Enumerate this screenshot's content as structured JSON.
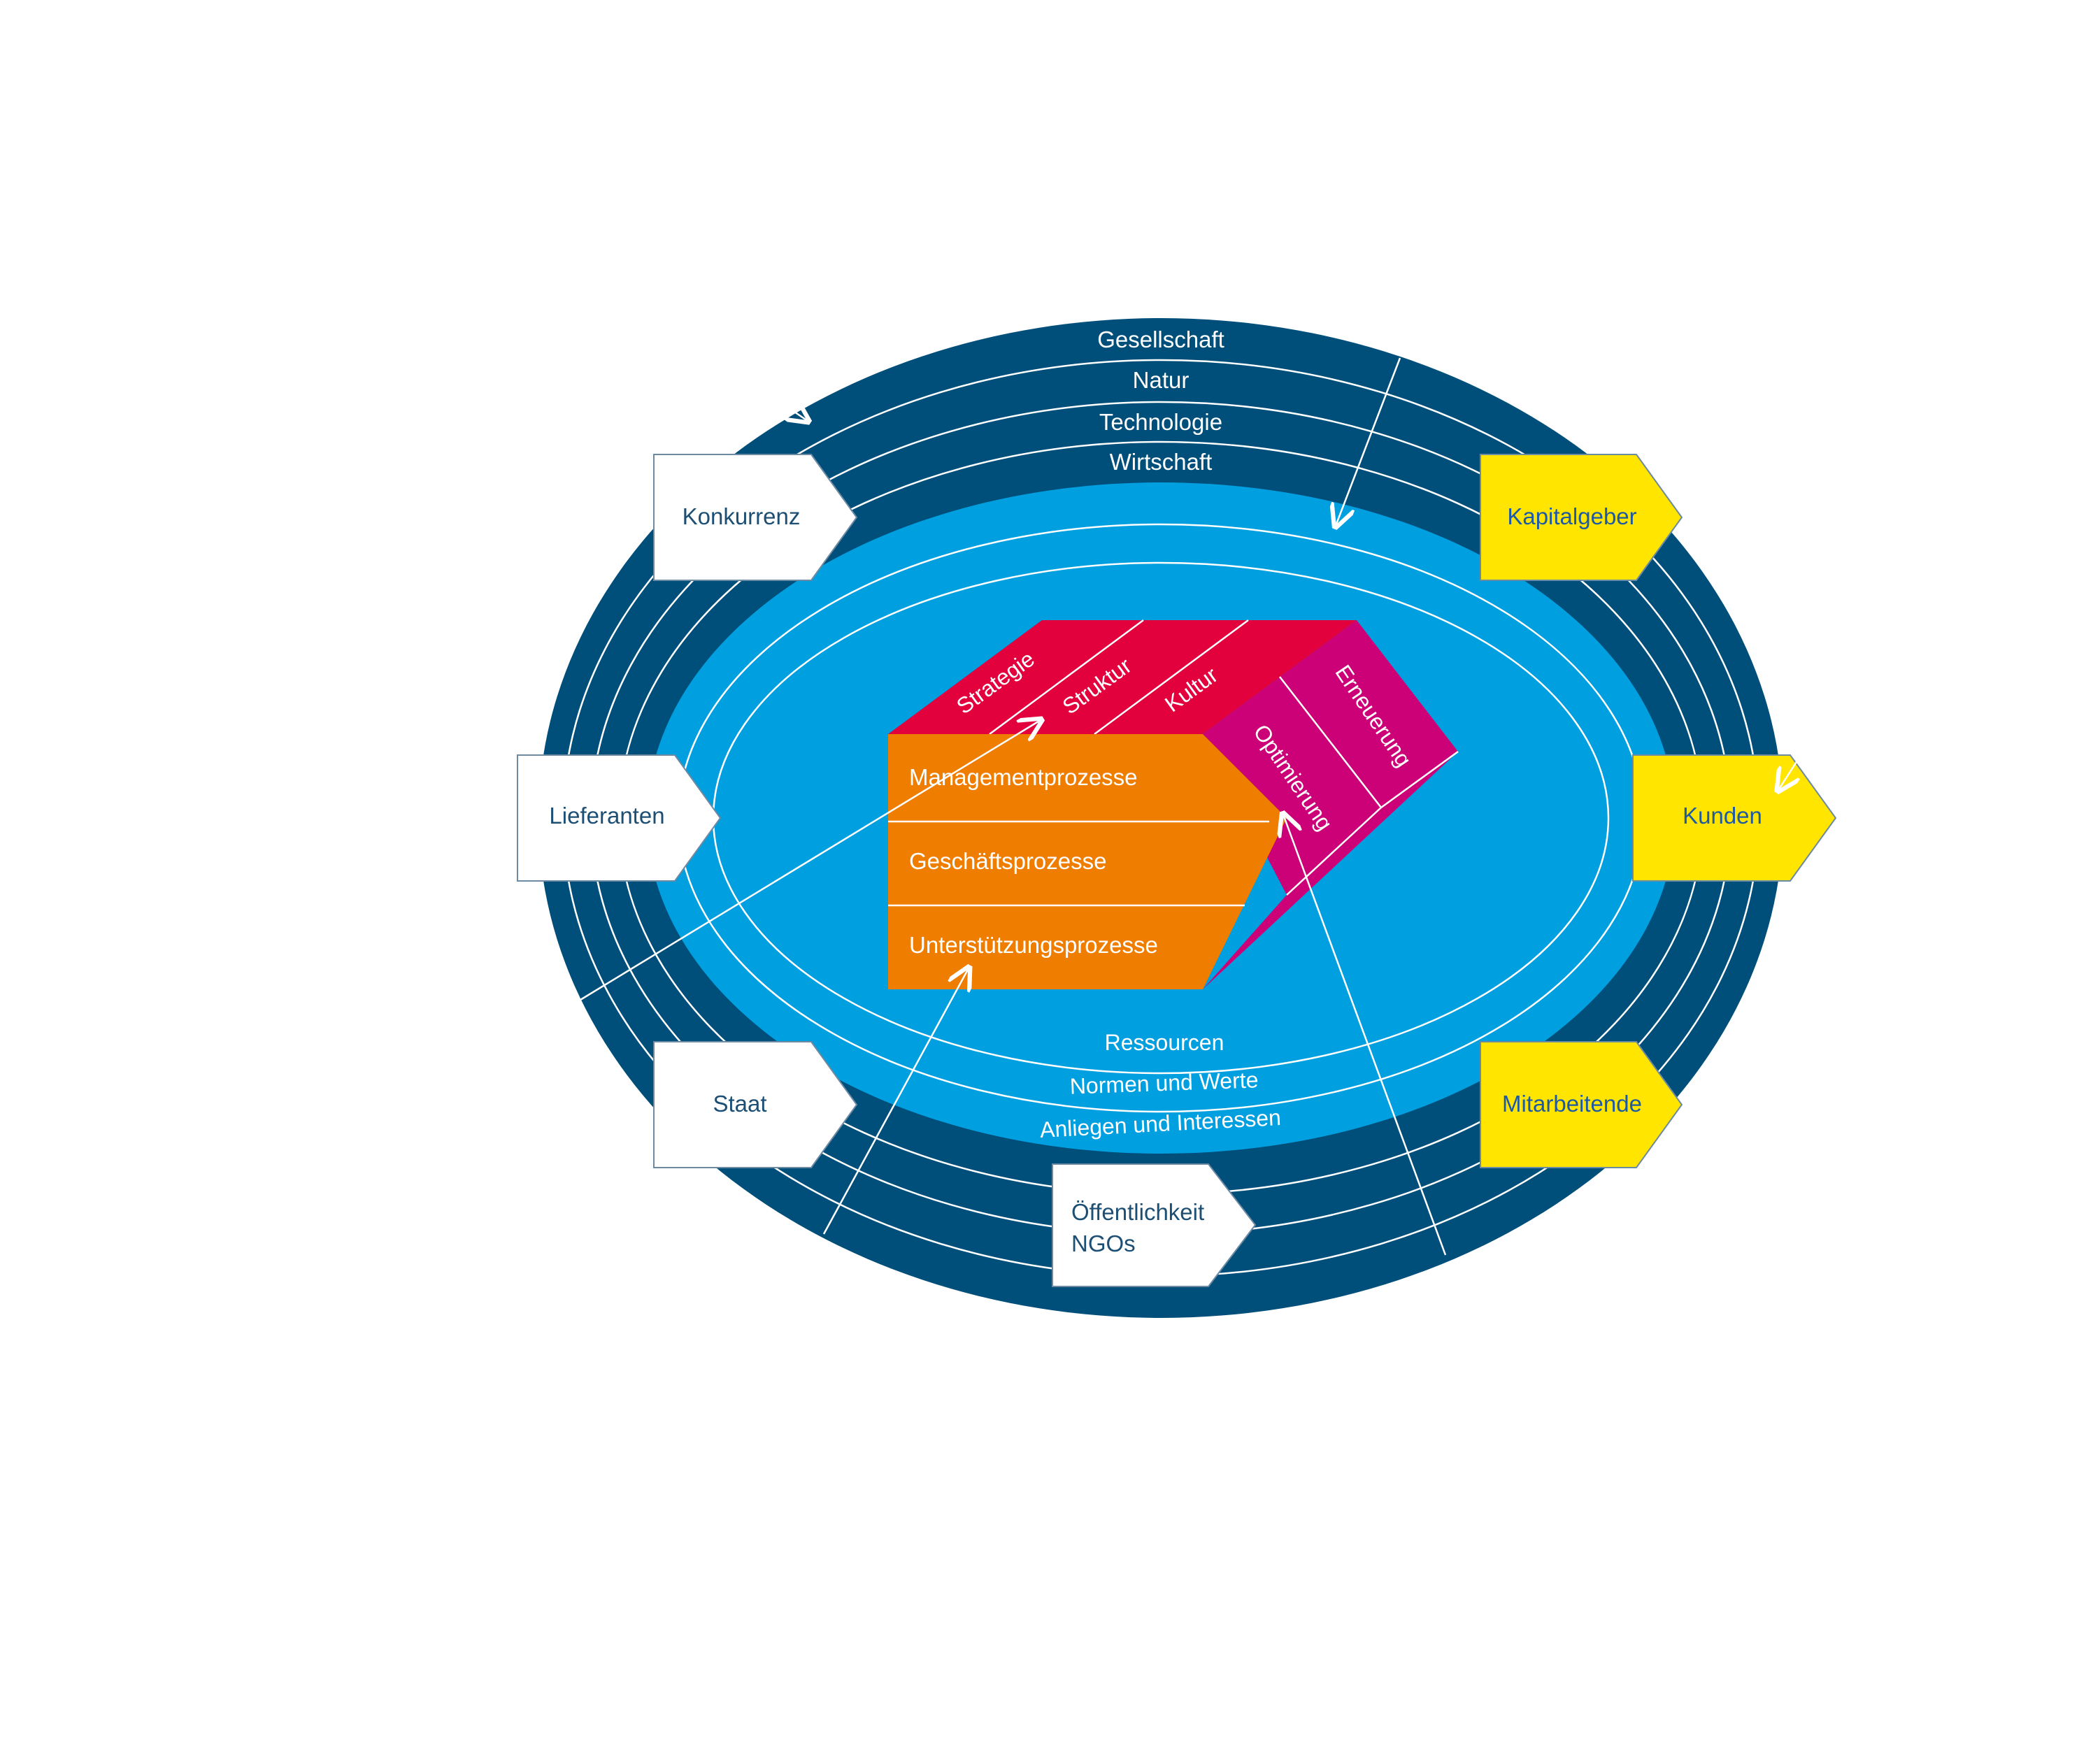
{
  "outer_rings": [
    "Gesellschaft",
    "Natur",
    "Technologie",
    "Wirtschaft"
  ],
  "inner_rings": [
    "Ressourcen",
    "Normen und Werte",
    "Anliegen und Interessen"
  ],
  "processes": [
    "Managementprozesse",
    "Geschäftsprozesse",
    "Unterstützungsprozesse"
  ],
  "top_faces": [
    "Strategie",
    "Struktur",
    "Kultur"
  ],
  "side_faces": [
    "Optimierung",
    "Erneuerung"
  ],
  "stakeholders_left": [
    "Konkurrenz",
    "Lieferanten",
    "Staat"
  ],
  "stakeholders_right": [
    "Kapitalgeber",
    "Kunden",
    "Mitarbeitende"
  ],
  "stakeholder_bottom": [
    "Öffentlichkeit",
    "NGOs"
  ],
  "colors": {
    "outer_ring": "#004f7a",
    "inner_area": "#009fe0",
    "top_face": "#e2003d",
    "side_face": "#cc0077",
    "front_face": "#ee7d00",
    "yellow_box": "#ffe500",
    "white_box": "#ffffff"
  }
}
